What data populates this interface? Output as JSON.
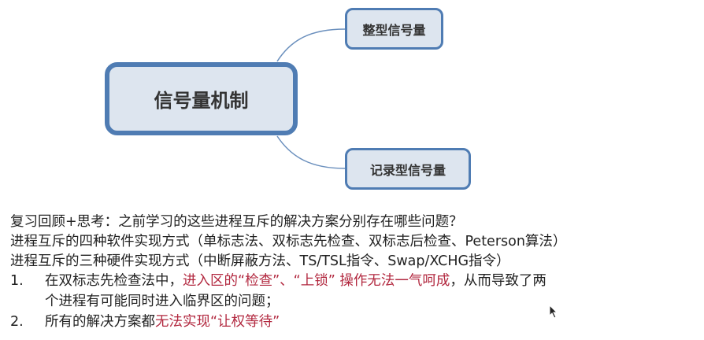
{
  "diagram": {
    "root": "信号量机制",
    "children": [
      "整型信号量",
      "记录型信号量"
    ]
  },
  "text": {
    "line1": "复习回顾+思考：之前学习的这些进程互斥的解决方案分别存在哪些问题？",
    "line2": "进程互斥的四种软件实现方式（单标志法、双标志先检查、双标志后检查、Peterson算法）",
    "line3": "进程互斥的三种硬件实现方式（中断屏蔽方法、TS/TSL指令、Swap/XCHG指令）",
    "item1": {
      "num": "1.",
      "pre": "在双标志先检查法中，",
      "red": "进入区的“检查”、“上锁” 操作无法一气呵成",
      "post": "，从而导致了两",
      "cont": "个进程有可能同时进入临界区的问题；"
    },
    "item2": {
      "num": "2.",
      "pre": "所有的解决方案都",
      "red": "无法实现“让权等待”"
    }
  },
  "colors": {
    "node_border": "#4f7cb3",
    "node_fill": "#dde5ef",
    "highlight": "#b2283f"
  }
}
